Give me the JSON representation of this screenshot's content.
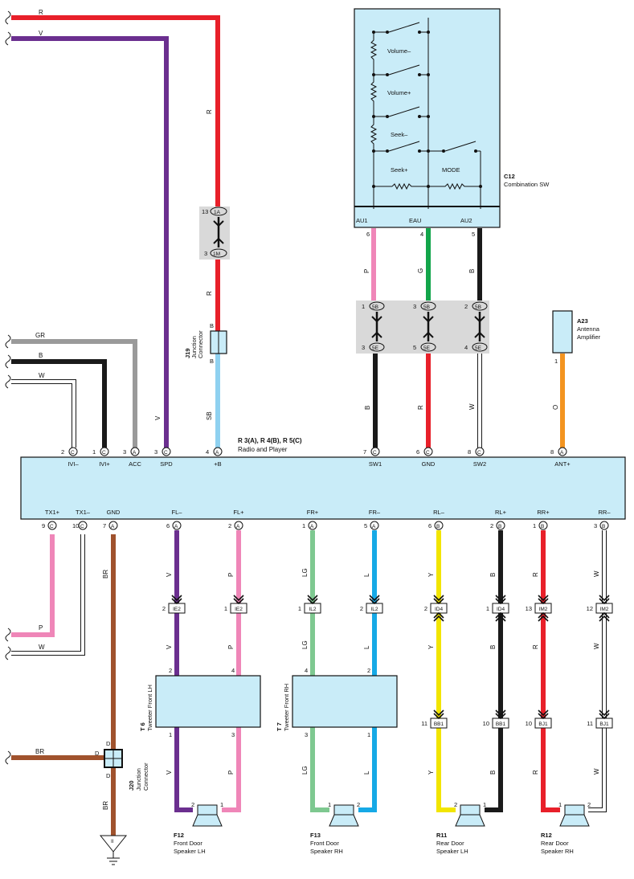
{
  "colors": {
    "R": "#e8202a",
    "V": "#6b2f8f",
    "GR": "#9a9a9a",
    "B": "#1a1a1a",
    "W": "#ffffff",
    "SB": "#8fd1f0",
    "P": "#ef86b8",
    "G": "#12a54a",
    "O": "#f39420",
    "BR": "#a0522d",
    "LG": "#7ec890",
    "L": "#16a9e6",
    "Y": "#f2e500",
    "box_fill": "#c9ecf8",
    "connector_fill": "#d9d9d9"
  },
  "radio": {
    "id_label": "R 3(A), R 4(B), R 5(C)",
    "name": "Radio and Player",
    "top_pins": [
      {
        "num": "2",
        "conn": "C",
        "label": "IVI–"
      },
      {
        "num": "1",
        "conn": "C",
        "label": "IVI+"
      },
      {
        "num": "3",
        "conn": "A",
        "label": "ACC"
      },
      {
        "num": "3",
        "conn": "C",
        "label": "SPD"
      },
      {
        "num": "4",
        "conn": "A",
        "label": "+B"
      },
      {
        "num": "7",
        "conn": "C",
        "label": "SW1"
      },
      {
        "num": "6",
        "conn": "C",
        "label": "GND"
      },
      {
        "num": "8",
        "conn": "C",
        "label": "SW2"
      },
      {
        "num": "8",
        "conn": "A",
        "label": "ANT+"
      }
    ],
    "bottom_pins": [
      {
        "num": "9",
        "conn": "C",
        "label": "TX1+"
      },
      {
        "num": "10",
        "conn": "C",
        "label": "TX1–"
      },
      {
        "num": "7",
        "conn": "A",
        "label": "GND"
      },
      {
        "num": "6",
        "conn": "A",
        "label": "FL–"
      },
      {
        "num": "2",
        "conn": "A",
        "label": "FL+"
      },
      {
        "num": "1",
        "conn": "A",
        "label": "FR+"
      },
      {
        "num": "5",
        "conn": "A",
        "label": "FR–"
      },
      {
        "num": "6",
        "conn": "B",
        "label": "RL–"
      },
      {
        "num": "2",
        "conn": "B",
        "label": "RL+"
      },
      {
        "num": "1",
        "conn": "B",
        "label": "RR+"
      },
      {
        "num": "3",
        "conn": "B",
        "label": "RR–"
      }
    ]
  },
  "combination_sw": {
    "id": "C12",
    "name": "Combination SW",
    "switch_labels": [
      "Volume–",
      "Volume+",
      "Seek–",
      "Seek+",
      "MODE"
    ],
    "pins": [
      {
        "label": "AU1",
        "num": "6"
      },
      {
        "label": "EAU",
        "num": "4"
      },
      {
        "label": "AU2",
        "num": "5"
      }
    ]
  },
  "antenna": {
    "id": "A23",
    "name_line1": "Antenna",
    "name_line2": "Amplifier",
    "pin": "1"
  },
  "j19": {
    "id": "J19",
    "line1": "Junction",
    "line2": "Connector",
    "pin_top": "B",
    "pin_bottom": "B"
  },
  "j20": {
    "id": "J20",
    "line1": "Junction",
    "line2": "Connector",
    "pin_left_outer": "D",
    "pin_top": "D",
    "pin_bottom": "D"
  },
  "connectors": {
    "c1A": {
      "pin": "13",
      "tag": "1A"
    },
    "c1M": {
      "pin": "3",
      "tag": "1M"
    },
    "c5B": [
      {
        "pin": "1",
        "tag": "5B"
      },
      {
        "pin": "3",
        "tag": "5B"
      },
      {
        "pin": "2",
        "tag": "5B"
      }
    ],
    "c5E": [
      {
        "pin": "3",
        "tag": "5E"
      },
      {
        "pin": "5",
        "tag": "5E"
      },
      {
        "pin": "4",
        "tag": "5E"
      }
    ],
    "lower": [
      {
        "pin": "2",
        "tag": "IE2"
      },
      {
        "pin": "1",
        "tag": "IE2"
      },
      {
        "pin": "1",
        "tag": "IL2"
      },
      {
        "pin": "2",
        "tag": "IL2"
      },
      {
        "pin": "2",
        "tag": "ID4"
      },
      {
        "pin": "1",
        "tag": "ID4"
      },
      {
        "pin": "13",
        "tag": "IM2"
      },
      {
        "pin": "12",
        "tag": "IM2"
      }
    ],
    "bb": [
      {
        "pin": "11",
        "tag": "BB1"
      },
      {
        "pin": "10",
        "tag": "BB1"
      },
      {
        "pin": "10",
        "tag": "BJ1"
      },
      {
        "pin": "11",
        "tag": "BJ1"
      }
    ]
  },
  "tweeters": [
    {
      "id": "T 6",
      "name": "Tweeter Front LH",
      "pin_tl": "2",
      "pin_tr": "4",
      "pin_bl": "1",
      "pin_br": "3"
    },
    {
      "id": "T 7",
      "name": "Tweeter Front RH",
      "pin_tl": "4",
      "pin_tr": "2",
      "pin_bl": "3",
      "pin_br": "1"
    }
  ],
  "speakers": [
    {
      "id": "F12",
      "line1": "Front Door",
      "line2": "Speaker LH",
      "pin_l": "2",
      "pin_r": "1"
    },
    {
      "id": "F13",
      "line1": "Front Door",
      "line2": "Speaker RH",
      "pin_l": "1",
      "pin_r": "2"
    },
    {
      "id": "R11",
      "line1": "Rear Door",
      "line2": "Speaker LH",
      "pin_l": "2",
      "pin_r": "1"
    },
    {
      "id": "R12",
      "line1": "Rear Door",
      "line2": "Speaker RH",
      "pin_l": "1",
      "pin_r": "2"
    }
  ],
  "ground_symbol": "II",
  "wire_codes": {
    "top_R": "R",
    "top_V": "V",
    "left_GR": "GR",
    "left_B": "B",
    "left_W": "W",
    "red_vert": "R",
    "red_vert2": "R",
    "j19_b_top": "B",
    "j19_b_bot": "B",
    "sb": "SB",
    "v_vert": "V",
    "au1": "P",
    "eau": "G",
    "au2": "B",
    "sw1": "B",
    "gnd": "R",
    "sw2": "W",
    "ant": "O",
    "tx_p": "P",
    "tx_w": "W",
    "br_vert": "BR",
    "br_left": "BR",
    "br_down": "BR",
    "fl_minus_1": "V",
    "fl_minus_2": "V",
    "fl_minus_3": "V",
    "fl_plus_1": "P",
    "fl_plus_2": "P",
    "fl_plus_3": "P",
    "fr_plus_1": "LG",
    "fr_plus_2": "LG",
    "fr_plus_3": "LG",
    "fr_minus_1": "L",
    "fr_minus_2": "L",
    "fr_minus_3": "L",
    "rl_minus_1": "Y",
    "rl_minus_2": "Y",
    "rl_minus_3": "Y",
    "rl_plus_1": "B",
    "rl_plus_2": "B",
    "rl_plus_3": "B",
    "rr_plus_1": "R",
    "rr_plus_2": "R",
    "rr_plus_3": "R",
    "rr_minus_1": "W",
    "rr_minus_2": "W",
    "rr_minus_3": "W"
  }
}
